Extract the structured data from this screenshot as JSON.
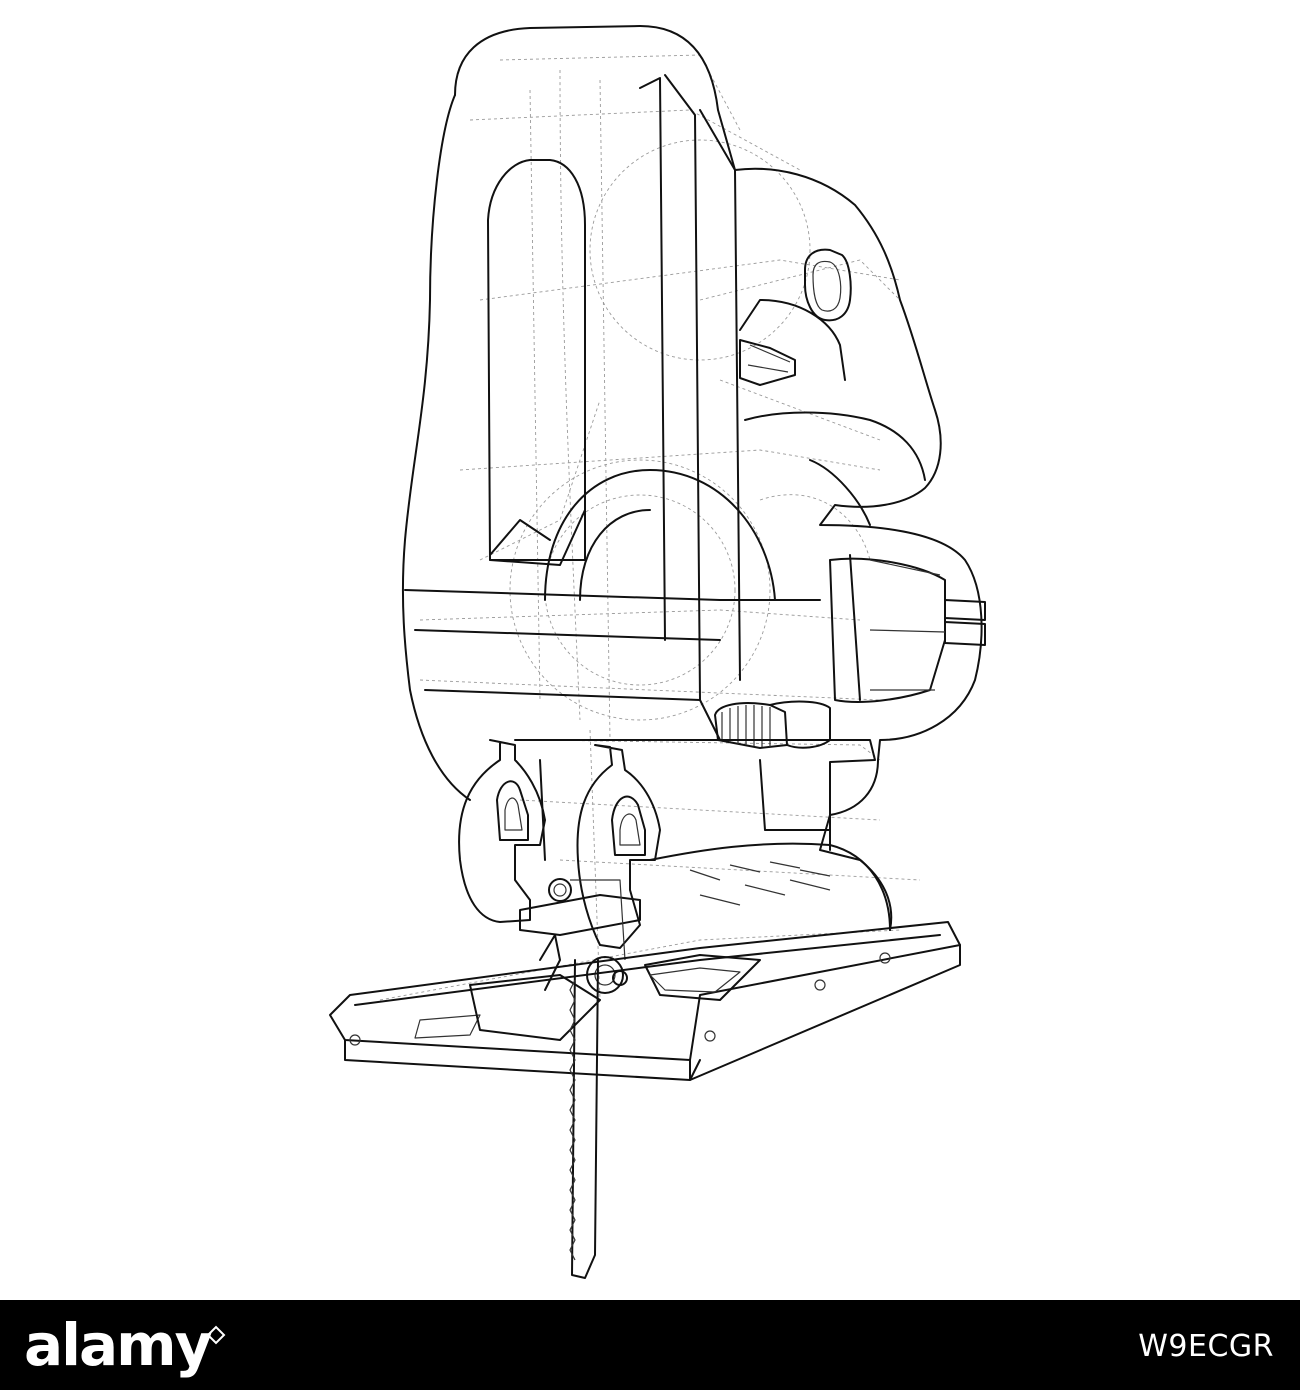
{
  "image": {
    "subject": "wireframe-jigsaw-power-tool",
    "background_color": "#ffffff",
    "line_color": "#111111",
    "hidden_line_color": "#9a9a9a"
  },
  "watermark": {
    "brand": "alamy",
    "stock_id": "W9ECGR",
    "bar_color": "#000000",
    "text_color": "#ffffff"
  }
}
